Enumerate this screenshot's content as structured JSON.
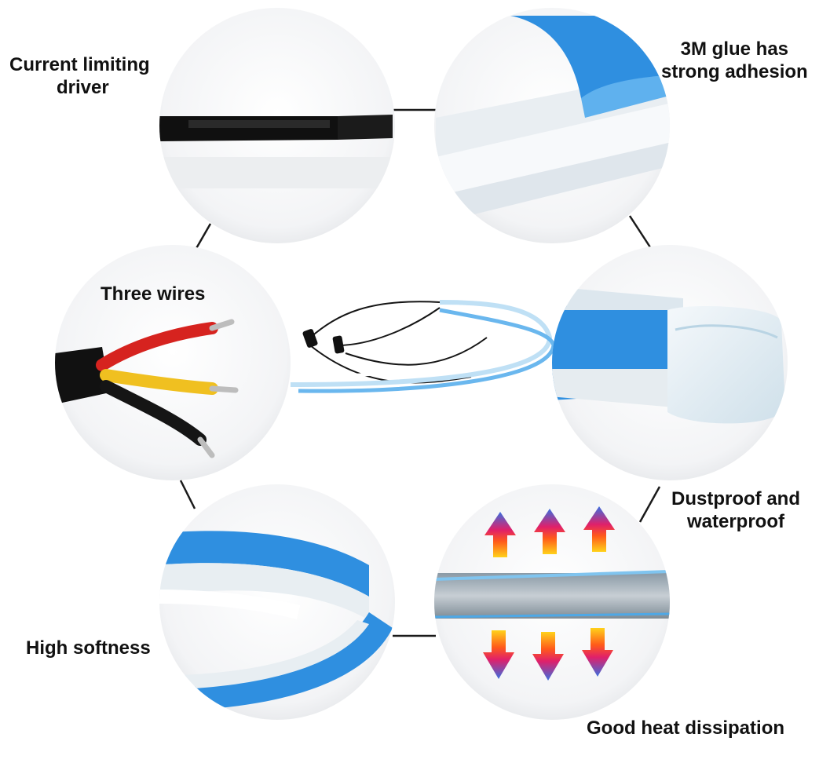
{
  "features": [
    {
      "id": "driver",
      "lines": [
        "Current limiting",
        "driver"
      ]
    },
    {
      "id": "glue",
      "lines": [
        "3M glue has",
        "strong adhesion"
      ]
    },
    {
      "id": "wires",
      "lines": [
        "Three wires"
      ]
    },
    {
      "id": "waterproof",
      "lines": [
        "Dustproof and",
        "waterproof"
      ]
    },
    {
      "id": "softness",
      "lines": [
        "High softness"
      ]
    },
    {
      "id": "heat",
      "lines": [
        "Good heat dissipation"
      ]
    }
  ],
  "colors": {
    "strip_blue": "#2f8fe0",
    "silicone": "#eef3f7",
    "wire_red": "#d6231f",
    "wire_yellow": "#f0c020",
    "wire_black": "#151515"
  }
}
